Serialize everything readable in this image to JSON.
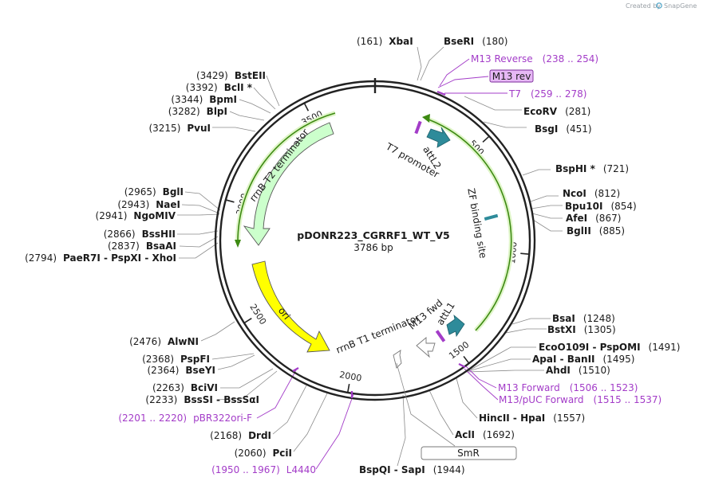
{
  "credit": {
    "prefix": "Created by",
    "brand": "SnapGene"
  },
  "plasmid": {
    "name": "pDONR223_CGRRF1_WT_V5",
    "length_label": "3786 bp",
    "length": 3786
  },
  "ticks": [
    {
      "bp": 500,
      "label": "500"
    },
    {
      "bp": 1000,
      "label": "1000"
    },
    {
      "bp": 1500,
      "label": "1500"
    },
    {
      "bp": 2000,
      "label": "2000"
    },
    {
      "bp": 2500,
      "label": "2500"
    },
    {
      "bp": 3000,
      "label": "3000"
    },
    {
      "bp": 3500,
      "label": "3500"
    }
  ],
  "sites_right": [
    {
      "id": "xbai",
      "pos": "(161)",
      "name": "XbaI",
      "bp": 161
    },
    {
      "id": "bseri",
      "pos": "(180)",
      "name": "BseRI",
      "bp": 180
    },
    {
      "id": "ecorv",
      "pos": "(281)",
      "name": "EcoRV",
      "bp": 281
    },
    {
      "id": "bsgi",
      "pos": "(451)",
      "name": "BsgI",
      "bp": 451
    },
    {
      "id": "bsphi",
      "pos": "(721)",
      "name": "BspHI *",
      "bp": 721
    },
    {
      "id": "ncoi",
      "pos": "(812)",
      "name": "NcoI",
      "bp": 812
    },
    {
      "id": "bpu10i",
      "pos": "(854)",
      "name": "Bpu10I",
      "bp": 854
    },
    {
      "id": "afei",
      "pos": "(867)",
      "name": "AfeI",
      "bp": 867
    },
    {
      "id": "bglii",
      "pos": "(885)",
      "name": "BglII",
      "bp": 885
    },
    {
      "id": "bsai",
      "pos": "(1248)",
      "name": "BsaI",
      "bp": 1248
    },
    {
      "id": "bstxi",
      "pos": "(1305)",
      "name": "BstXI",
      "bp": 1305
    },
    {
      "id": "ecoo109i",
      "pos": "(1491)",
      "name": "EcoO109I - PspOMI",
      "bp": 1491
    },
    {
      "id": "apai",
      "pos": "(1495)",
      "name": "ApaI - BanII",
      "bp": 1495
    },
    {
      "id": "ahdi",
      "pos": "(1510)",
      "name": "AhdI",
      "bp": 1510
    },
    {
      "id": "hincii",
      "pos": "(1557)",
      "name": "HincII - HpaI",
      "bp": 1557
    },
    {
      "id": "acli",
      "pos": "(1692)",
      "name": "AclI",
      "bp": 1692
    }
  ],
  "sites_left": [
    {
      "id": "bsteii",
      "pos": "(3429)",
      "name": "BstEII",
      "bp": 3429
    },
    {
      "id": "bcli",
      "pos": "(3392)",
      "name": "BclI *",
      "bp": 3392
    },
    {
      "id": "bpmi",
      "pos": "(3344)",
      "name": "BpmI",
      "bp": 3344
    },
    {
      "id": "blpi",
      "pos": "(3282)",
      "name": "BlpI",
      "bp": 3282
    },
    {
      "id": "pvui",
      "pos": "(3215)",
      "name": "PvuI",
      "bp": 3215
    },
    {
      "id": "bgli",
      "pos": "(2965)",
      "name": "BglI",
      "bp": 2965
    },
    {
      "id": "naei",
      "pos": "(2943)",
      "name": "NaeI",
      "bp": 2943
    },
    {
      "id": "ngomiv",
      "pos": "(2941)",
      "name": "NgoMIV",
      "bp": 2941
    },
    {
      "id": "bsshii",
      "pos": "(2866)",
      "name": "BssHII",
      "bp": 2866
    },
    {
      "id": "bssaai",
      "pos": "(2837)",
      "name": "BsaAI",
      "bp": 2837
    },
    {
      "id": "paer7i",
      "pos": "(2794)",
      "name": "PaeR7I - PspXI - XhoI",
      "bp": 2794
    },
    {
      "id": "alwni",
      "pos": "(2476)",
      "name": "AlwNI",
      "bp": 2476
    },
    {
      "id": "pspfi",
      "pos": "(2368)",
      "name": "PspFI",
      "bp": 2368
    },
    {
      "id": "bseyi",
      "pos": "(2364)",
      "name": "BseYI",
      "bp": 2364
    },
    {
      "id": "bcivi",
      "pos": "(2263)",
      "name": "BciVI",
      "bp": 2263
    },
    {
      "id": "bsssi",
      "pos": "(2233)",
      "name": "BssSI - BssSαI",
      "bp": 2233
    },
    {
      "id": "drdi",
      "pos": "(2168)",
      "name": "DrdI",
      "bp": 2168
    },
    {
      "id": "pcii",
      "pos": "(2060)",
      "name": "PciI",
      "bp": 2060
    }
  ],
  "site_bottom": {
    "pos": "(1944)",
    "name": "BspQI - SapI",
    "bp": 1944
  },
  "primers": [
    {
      "id": "m13rev",
      "name": "M13 Reverse",
      "range": "(238 .. 254)",
      "bp": 246
    },
    {
      "id": "m13revbox",
      "name": "M13 rev",
      "bp": 246
    },
    {
      "id": "t7",
      "name": "T7",
      "range": "(259 .. 278)",
      "bp": 268
    },
    {
      "id": "m13fwd",
      "name": "M13 Forward",
      "range": "(1506 .. 1523)",
      "bp": 1514
    },
    {
      "id": "m13puc",
      "name": "M13/pUC Forward",
      "range": "(1515 .. 1537)",
      "bp": 1526
    },
    {
      "id": "pbr322",
      "name": "pBR322ori-F",
      "range": "(2201 .. 2220)",
      "bp": 2210
    },
    {
      "id": "l4440",
      "name": "L4440",
      "range": "(1950 .. 1967)",
      "bp": 1958
    }
  ],
  "features": [
    {
      "id": "attl2",
      "label": "attL2"
    },
    {
      "id": "t7promoter",
      "label": "T7 promoter"
    },
    {
      "id": "zf",
      "label": "ZF binding site"
    },
    {
      "id": "m13fwdlabel",
      "label": "M13 fwd"
    },
    {
      "id": "attl1",
      "label": "attL1"
    },
    {
      "id": "rrnbt1",
      "label": "rrnB T1 terminator"
    },
    {
      "id": "rrnbt2",
      "label": "rrnB T2 terminator"
    },
    {
      "id": "smr",
      "label": "SmR"
    },
    {
      "id": "ori",
      "label": "ori"
    }
  ],
  "colors": {
    "backbone": "#222222",
    "primer": "#a33cc8",
    "smr": "#ccffcc",
    "ori": "#ffff00",
    "att": "#2e8b9a",
    "orf_outline": "#4a9e1a"
  }
}
